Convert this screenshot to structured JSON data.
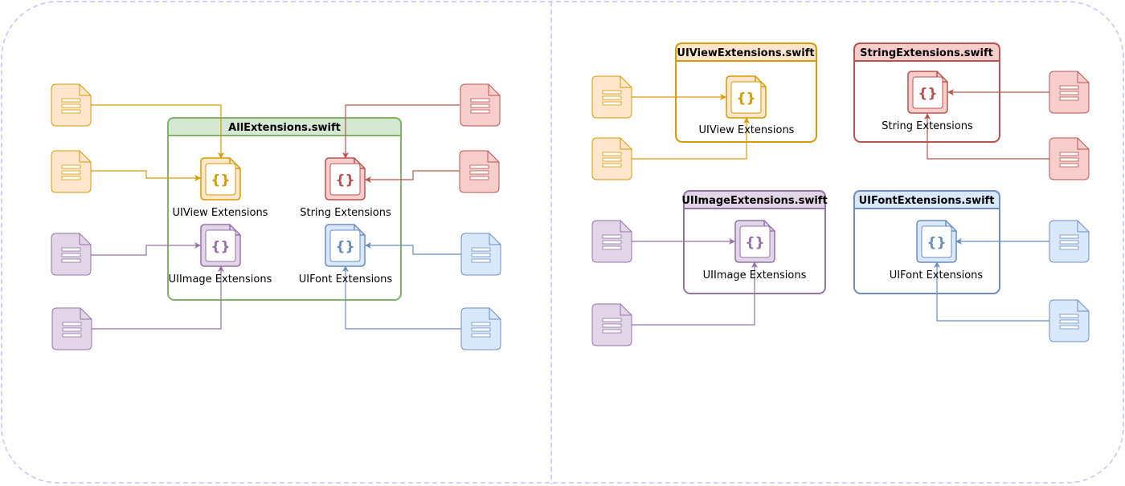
{
  "colors": {
    "orange": {
      "stroke": "#d79b00",
      "fill": "#ffe6cc"
    },
    "red": {
      "stroke": "#b85450",
      "fill": "#f8cecc"
    },
    "purple": {
      "stroke": "#9673a6",
      "fill": "#e1d5e7"
    },
    "blue": {
      "stroke": "#6c8ebf",
      "fill": "#dae8fc"
    },
    "green": {
      "stroke": "#82b366",
      "fill": "#d5e8d4"
    },
    "frame": "#c3c3f5"
  },
  "left": {
    "container_title": "AllExtensions.swift",
    "groups": {
      "uiview": {
        "label": "UIView Extensions",
        "color": "orange"
      },
      "string": {
        "label": "String Extensions",
        "color": "red"
      },
      "uiimage": {
        "label": "UIImage Extensions",
        "color": "purple"
      },
      "uifont": {
        "label": "UIFont Extensions",
        "color": "blue"
      }
    }
  },
  "right": {
    "modules": {
      "uiview": {
        "title": "UIViewExtensions.swift",
        "label": "UIView Extensions",
        "color": "orange"
      },
      "string": {
        "title": "StringExtensions.swift",
        "label": "String Extensions",
        "color": "red"
      },
      "uiimage": {
        "title": "UIImageExtensions.swift",
        "label": "UIImage Extensions",
        "color": "purple"
      },
      "uifont": {
        "title": "UIFontExtensions.swift",
        "label": "UIFont Extensions",
        "color": "blue"
      }
    }
  },
  "icons": {
    "source_file": "document-icon",
    "swift_file": "code-file-icon"
  }
}
